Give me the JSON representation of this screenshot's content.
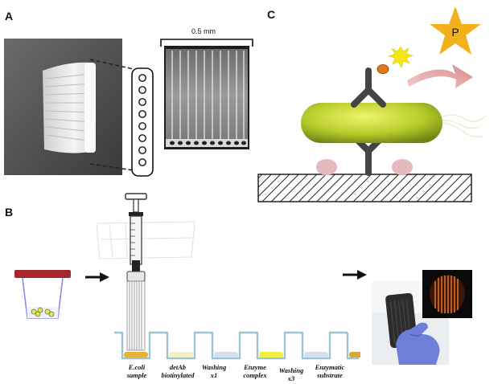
{
  "figure": {
    "panels": [
      {
        "id": "A",
        "label": "A"
      },
      {
        "id": "B",
        "label": "B"
      },
      {
        "id": "C",
        "label": "C"
      }
    ],
    "panel_a": {
      "scale_bar_label": "0.5 mm",
      "capillary_count": 8
    },
    "panel_b": {
      "steps": [
        {
          "line1": "E.coli",
          "line2": "sample",
          "fill": "#e6b23c"
        },
        {
          "line1": "detAb",
          "line2": "biotinylated",
          "fill": "#f3efc8"
        },
        {
          "line1": "Washing",
          "line2": "x1",
          "fill": "#d9dcec"
        },
        {
          "line1": "Enzyme",
          "line2": "complex",
          "fill": "#eeee44"
        },
        {
          "line1": "Washing",
          "line2": "x3",
          "fill": "#d9dcec"
        },
        {
          "line1": "Enzymatic",
          "line2": "substrate",
          "fill": "#d8a63a"
        }
      ]
    },
    "panel_c": {
      "product_label": "P"
    },
    "colors": {
      "bacterium": "#b7cc2a",
      "antibody": "#444444",
      "product_star": "#f2b01c",
      "spark": "#f5e60f",
      "enzyme": "#e07a1a",
      "arrow": "#e9a9a9",
      "blob": "#e5b8bb",
      "well_outline": "#9cc4d3",
      "beaker_lid": "#a3272b",
      "glove": "#6f7fd8"
    }
  }
}
